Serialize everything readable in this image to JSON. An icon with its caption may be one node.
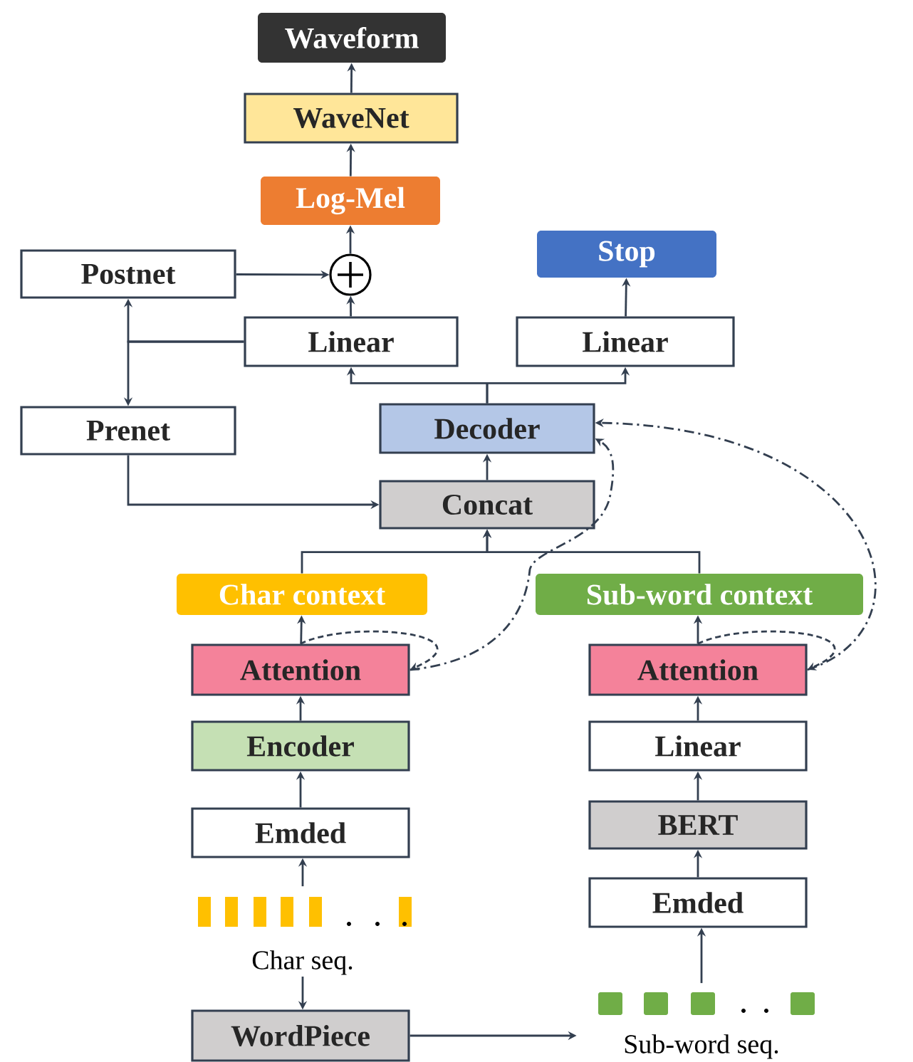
{
  "diagram": {
    "nodes": [
      {
        "text": [
          "Waveform"
        ]
      },
      {
        "text": [
          "WaveNet"
        ]
      },
      {
        "text": [
          "Log-Mel"
        ]
      },
      {
        "text": [],
        "shape": "circle"
      },
      {
        "text": [
          "Postnet"
        ]
      },
      {
        "text": [
          "Linear"
        ]
      },
      {
        "text": [
          "Stop"
        ]
      },
      {
        "text": [
          "Linear"
        ]
      },
      {
        "text": [
          "Prenet"
        ]
      },
      {
        "text": [
          "Decoder"
        ]
      },
      {
        "text": [
          "Concat"
        ]
      },
      {
        "text": [
          "Char context"
        ]
      },
      {
        "text": [
          "Sub-word context"
        ]
      },
      {
        "text": [
          "Attention"
        ]
      },
      {
        "text": [
          "Attention"
        ]
      },
      {
        "text": [
          "Encoder"
        ]
      },
      {
        "text": [
          "Linear"
        ]
      },
      {
        "text": [
          "BERT"
        ]
      },
      {
        "text": [
          "Emded"
        ]
      },
      {
        "text": [
          "Emded"
        ]
      },
      {
        "text": [
          "Char seq."
        ]
      },
      {
        "text": [
          "Sub-word seq."
        ]
      },
      {
        "text": [
          "WordPiece"
        ]
      }
    ],
    "edges": [
      {
        "from": 1,
        "to": 0,
        "arrow": "to"
      },
      {
        "from": 2,
        "to": 1,
        "arrow": "to"
      },
      {
        "from": 3,
        "to": 2,
        "arrow": "to"
      },
      {
        "from": 4,
        "to": 3,
        "arrow": "to"
      },
      {
        "from": 5,
        "to": 3,
        "arrow": "to"
      },
      {
        "from": 5,
        "to": 4,
        "arrow": "to"
      },
      {
        "from": 5,
        "to": 8,
        "arrow": "to"
      },
      {
        "from": 8,
        "to": 10,
        "arrow": "to"
      },
      {
        "from": 9,
        "to": 5,
        "arrow": "to"
      },
      {
        "from": 9,
        "to": 7,
        "arrow": "to"
      },
      {
        "from": 7,
        "to": 6,
        "arrow": "to"
      },
      {
        "from": 10,
        "to": 9,
        "arrow": "to"
      },
      {
        "from": 11,
        "to": 10,
        "arrow": "to"
      },
      {
        "from": 12,
        "to": 10,
        "arrow": "to"
      },
      {
        "from": 13,
        "to": 11,
        "arrow": "to"
      },
      {
        "from": 14,
        "to": 12,
        "arrow": "to"
      },
      {
        "from": 15,
        "to": 13,
        "arrow": "to"
      },
      {
        "from": 16,
        "to": 14,
        "arrow": "to"
      },
      {
        "from": 17,
        "to": 16,
        "arrow": "to"
      },
      {
        "from": 18,
        "to": 15,
        "arrow": "to"
      },
      {
        "from": 19,
        "to": 17,
        "arrow": "to"
      },
      {
        "from": 20,
        "to": 18,
        "arrow": "to"
      },
      {
        "from": 21,
        "to": 19,
        "arrow": "to"
      },
      {
        "from": 20,
        "to": 22,
        "arrow": "to"
      },
      {
        "from": 22,
        "to": 21,
        "arrow": "to"
      },
      {
        "from": 13,
        "to": 13,
        "arrow": "to",
        "style": "dashed"
      },
      {
        "from": 14,
        "to": 14,
        "arrow": "to",
        "style": "dashed"
      },
      {
        "from": 13,
        "to": 9,
        "arrow": "to",
        "style": "dashed"
      },
      {
        "from": 14,
        "to": 9,
        "arrow": "to",
        "style": "dashed"
      }
    ]
  }
}
